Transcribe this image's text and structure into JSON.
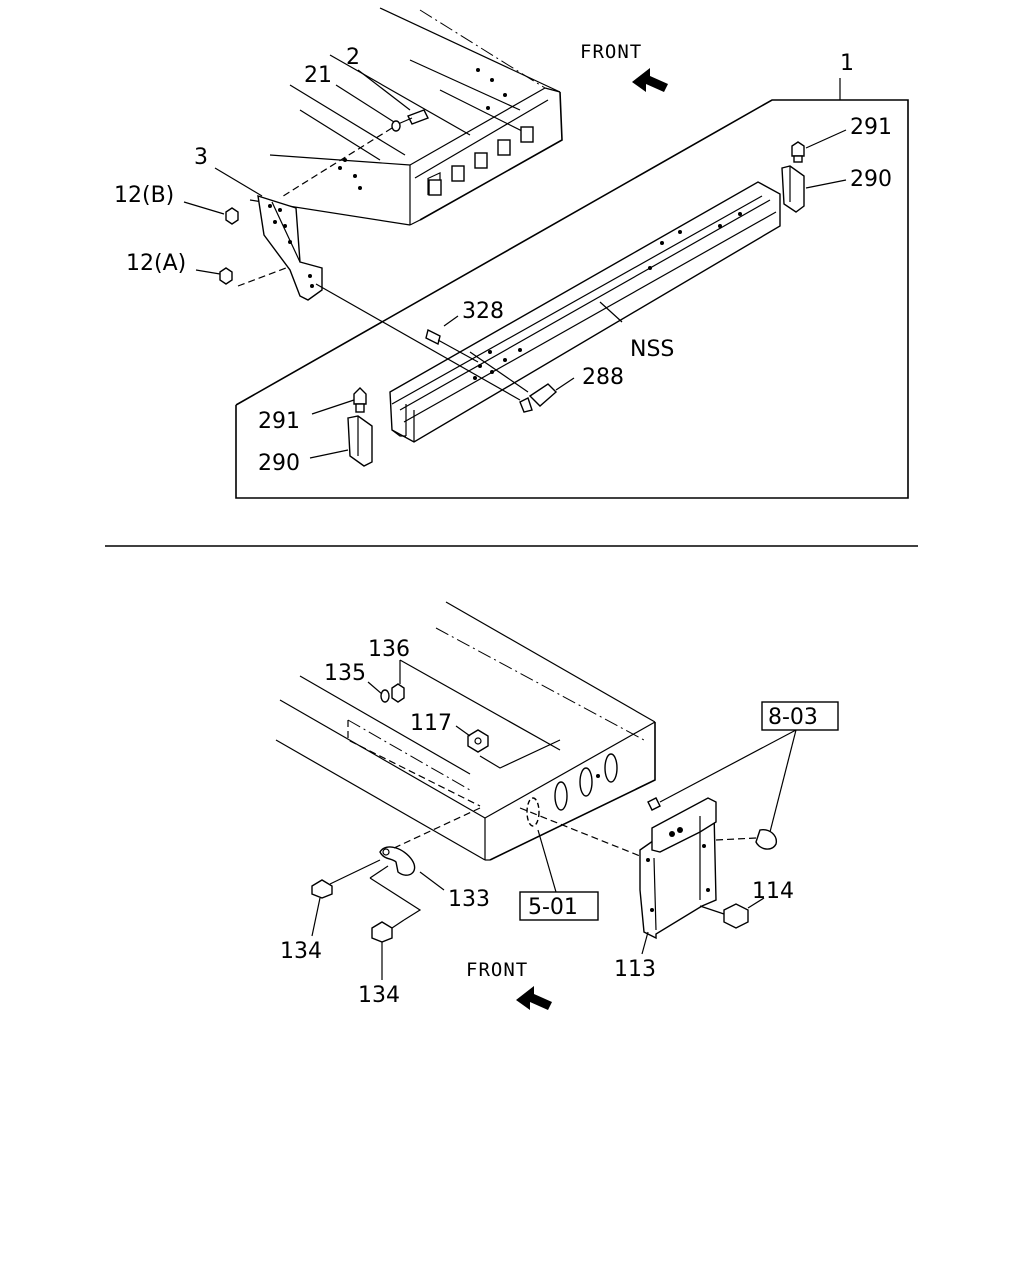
{
  "top_diagram": {
    "front_label": "FRONT",
    "callouts": {
      "c1": "1",
      "c2": "2",
      "c21": "21",
      "c3": "3",
      "c12b": "12(B)",
      "c12a": "12(A)",
      "c291_top": "291",
      "c290_top": "290",
      "c328": "328",
      "cNSS": "NSS",
      "c288": "288",
      "c291_bottom": "291",
      "c290_bottom": "290"
    }
  },
  "bottom_diagram": {
    "front_label": "FRONT",
    "callouts": {
      "c136": "136",
      "c135": "135",
      "c117": "117",
      "c133": "133",
      "c134_left": "134",
      "c134_bottom": "134",
      "c113": "113",
      "c114": "114"
    },
    "references": {
      "ref_8_03": "8-03",
      "ref_5_01": "5-01"
    }
  }
}
